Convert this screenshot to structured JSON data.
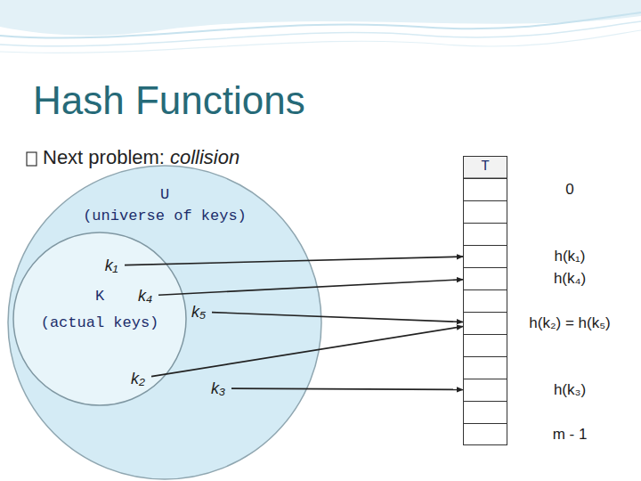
{
  "diagram": {
    "title": "Hash Functions",
    "nodes": [
      {
        "text": [
          "T"
        ]
      },
      {
        "text": [
          "0"
        ],
        "in": 0
      },
      {
        "text": [
          "h(k₁)"
        ],
        "in": 0
      },
      {
        "text": [
          "h(k₄)"
        ],
        "in": 0
      },
      {
        "text": [
          "h(k₂) = h(k₅)"
        ],
        "in": 0
      },
      {
        "text": [
          "h(k₃)"
        ],
        "in": 0
      },
      {
        "text": [
          "m - 1"
        ],
        "in": 0
      },
      {
        "text": [
          "U",
          "(universe of keys)"
        ]
      },
      {
        "text": [
          "K",
          "(actual keys)"
        ],
        "in": 7
      },
      {
        "text": [
          "k₁"
        ],
        "in": 8
      },
      {
        "text": [
          "k₄"
        ],
        "in": 8
      },
      {
        "text": [
          "k₅"
        ],
        "in": 7
      },
      {
        "text": [
          "k₂"
        ],
        "in": 8
      },
      {
        "text": [
          "k₃"
        ],
        "in": 7
      }
    ],
    "edges": [
      {
        "from": 9,
        "to": 2,
        "arrow": "to"
      },
      {
        "from": 10,
        "to": 3,
        "arrow": "to"
      },
      {
        "from": 11,
        "to": 4,
        "arrow": "to"
      },
      {
        "from": 12,
        "to": 4,
        "arrow": "to"
      },
      {
        "from": 13,
        "to": 5,
        "arrow": "to"
      }
    ],
    "labels": [
      "Next problem:",
      "collision"
    ]
  }
}
